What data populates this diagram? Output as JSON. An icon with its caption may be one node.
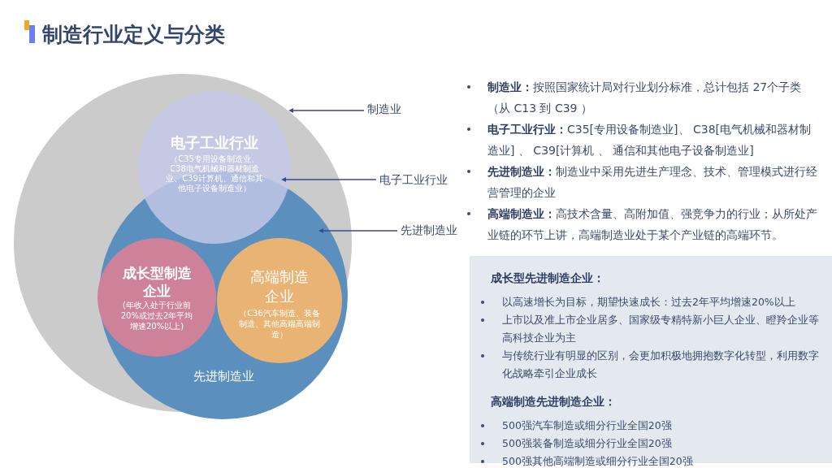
{
  "diagram": {
    "title": "制造行业定义与分类",
    "nodes": [
      {
        "text": [],
        "shape": "circle"
      },
      {
        "text": [
          "电子工业行业",
          "（C35专用设备制造业、C38电气机械和器材制造业、C39计算机、通信和其他电子设备制造业）"
        ],
        "in": 0
      },
      {
        "text": [
          "先进制造业"
        ],
        "in": 0
      },
      {
        "text": [
          "成长型制造企业",
          "(年收入处于行业前20%或过去2年平均增速20%以上)"
        ],
        "in": 2
      },
      {
        "text": [
          "高端制造企业",
          "（C36汽车制造、装备制造、其他高端高端制造）"
        ],
        "in": 2
      },
      {
        "text": [
          "制造业"
        ]
      },
      {
        "text": [
          "电子工业行业"
        ]
      },
      {
        "text": [
          "先进制造业"
        ]
      },
      {
        "text": [
          "成长型先进制造企业：",
          "以高速增长为目标，期望快速成长：过去2年平均增速20%以上",
          "上市以及准上市企业居多、国家级专精特新小巨人企业、瞪羚企业等高科技企业为主",
          "与传统行业有明显的区别，会更加积极地拥抱数字化转型，利用数字化战略牵引企业成长",
          "高端制造先进制造企业：",
          "500强汽车制造或细分行业全国20强",
          "500强装备制造或细分行业全国20强",
          "500强其他高端制造或细分行业全国20强"
        ]
      }
    ],
    "edges": [
      {
        "from": 5,
        "to": 0,
        "arrow": "to"
      },
      {
        "from": 6,
        "to": 1,
        "arrow": "to"
      },
      {
        "from": 7,
        "to": 2,
        "arrow": "to"
      }
    ],
    "labels": [
      "**制造业：**按照国家统计局对行业划分标准，总计包括 27个子类（从 C13 到 C39 ）",
      "**电子工业行业：**C35[专用设备制造业]、 C38[电气机械和器材制造业] 、 C39[计算机 、 通信和其他电子设备制造业]",
      "**先进制造业：**制造业中采用先进生产理念、技术、管理模式进行经营管理的企业",
      "**高端制造业：**高技术含量、高附加值、强竞争力的行业；从所处产业链的环节上讲，高端制造业处于某个产业链的高端环节。"
    ]
  }
}
